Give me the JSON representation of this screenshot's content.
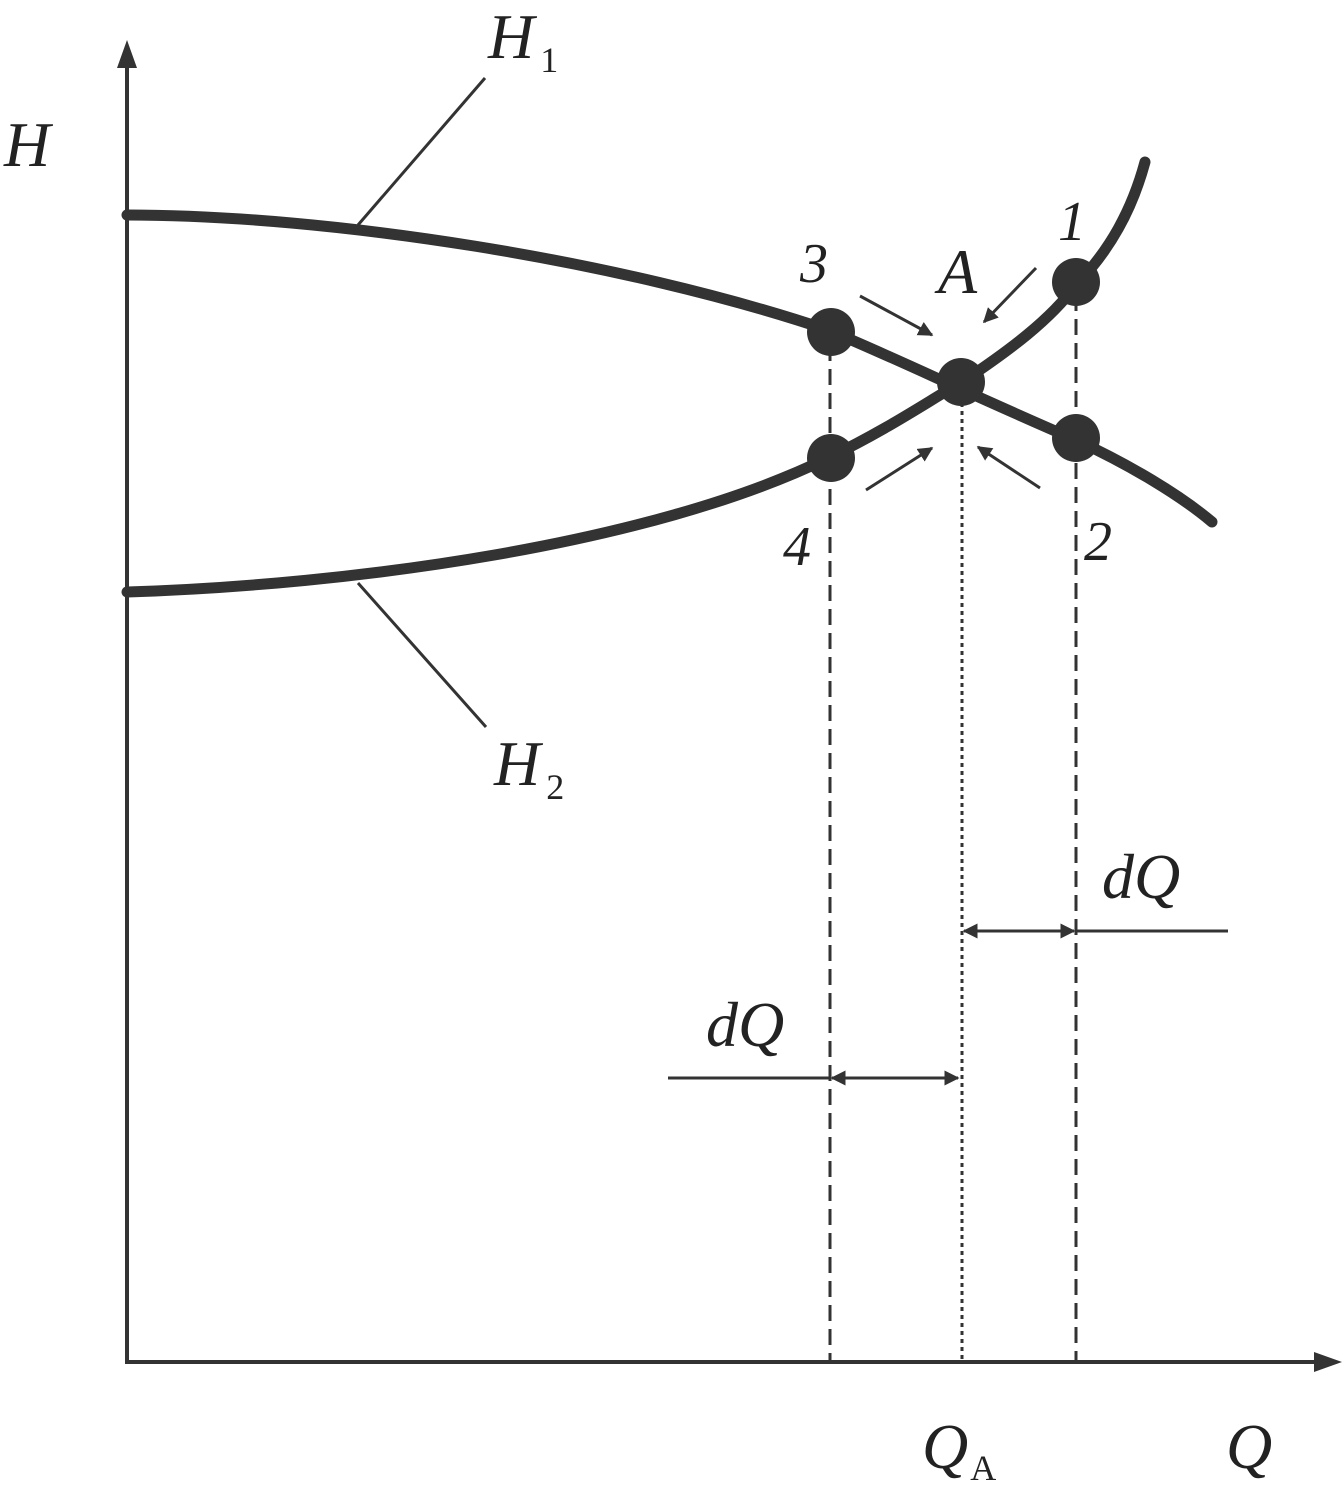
{
  "axes": {
    "y_label": "H",
    "x_label": "Q"
  },
  "curves": {
    "h1": {
      "name": "H",
      "subscript": "1"
    },
    "h2": {
      "name": "H",
      "subscript": "2"
    }
  },
  "points": {
    "p1": "1",
    "p2": "2",
    "p3": "3",
    "p4": "4",
    "intersection": "A"
  },
  "x_marker": {
    "name": "Q",
    "subscript": "A"
  },
  "intervals": {
    "right": "dQ",
    "left": "dQ"
  },
  "colors": {
    "ink": "#333333",
    "background": "#ffffff"
  }
}
